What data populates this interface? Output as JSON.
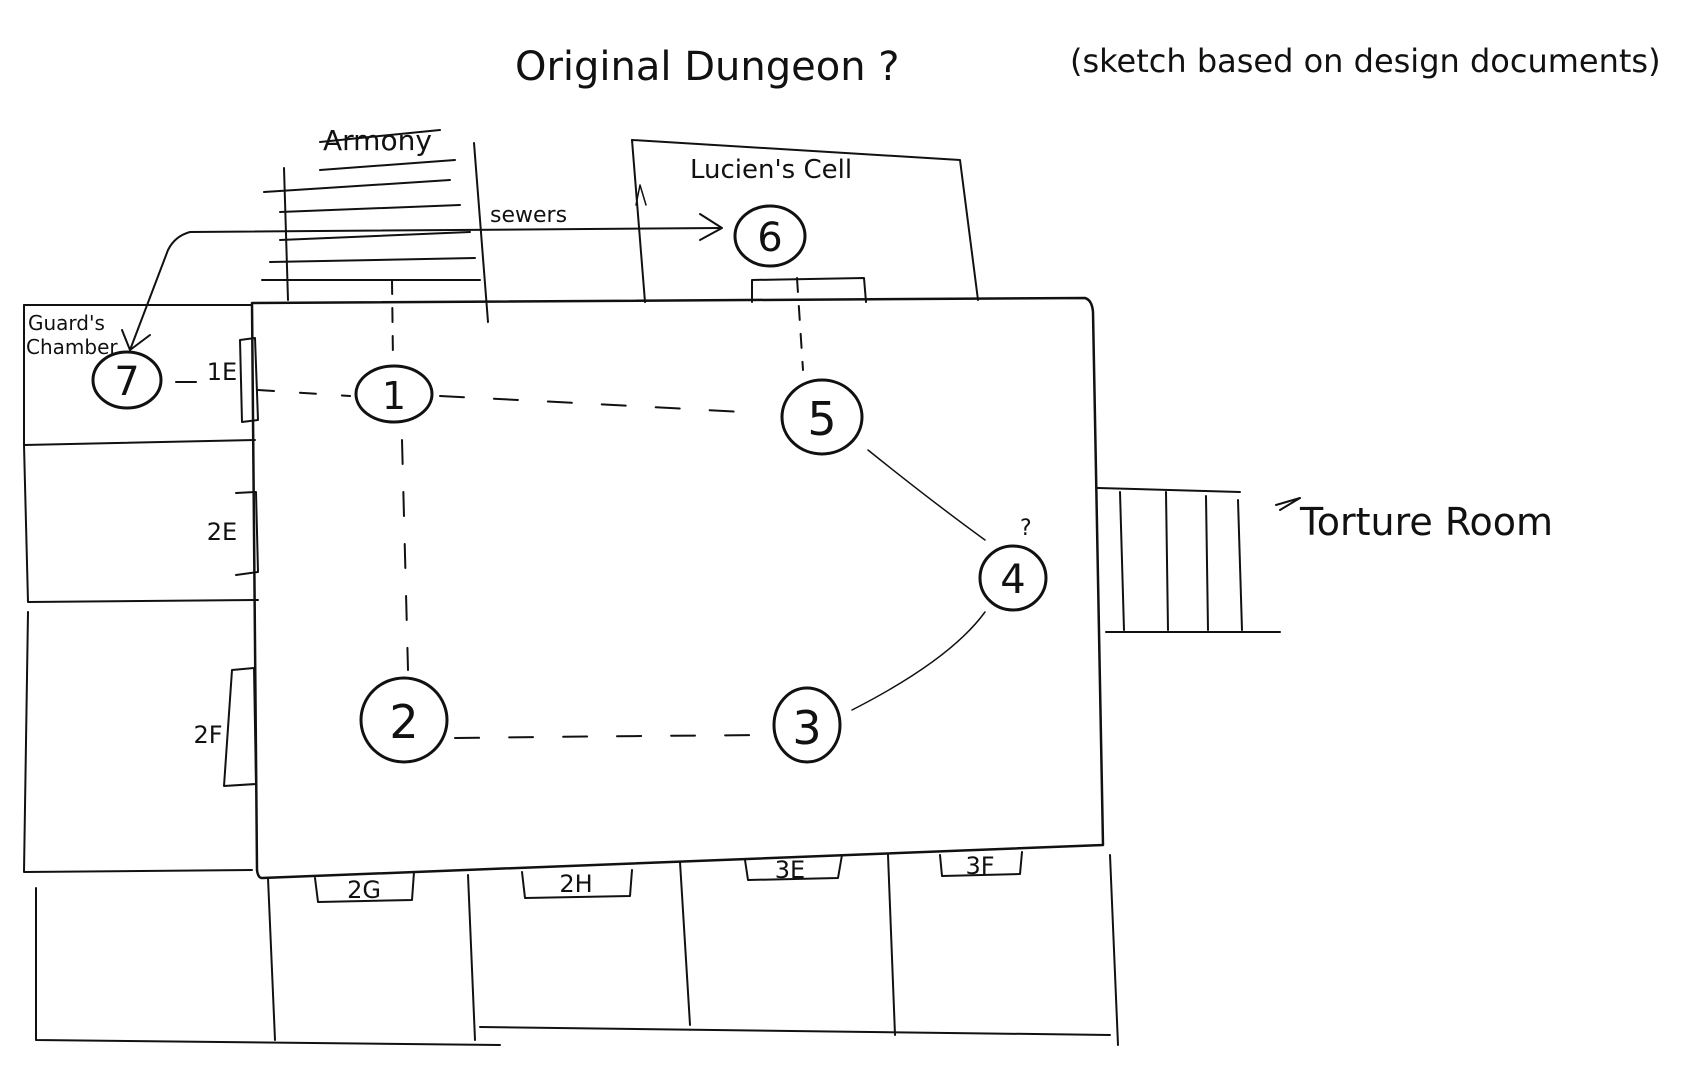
{
  "title": {
    "main": "Original  Dungeon ?",
    "note": "(sketch based on design documents)"
  },
  "rooms": {
    "armory": "Armony",
    "sewers": "sewers",
    "lucien_cell": "Lucien's Cell",
    "guards_chamber_line1": "Guard's",
    "guards_chamber_line2": "Chamber",
    "torture_room": "Torture Room"
  },
  "waypoints": [
    "1",
    "2",
    "3",
    "4",
    "5",
    "6",
    "7"
  ],
  "doors": {
    "d1E": "1E",
    "d2E": "2E",
    "d2F": "2F",
    "d2G": "2G",
    "d2H": "2H",
    "d3E": "3E",
    "d3F": "3F"
  },
  "marks": {
    "question": "?"
  }
}
